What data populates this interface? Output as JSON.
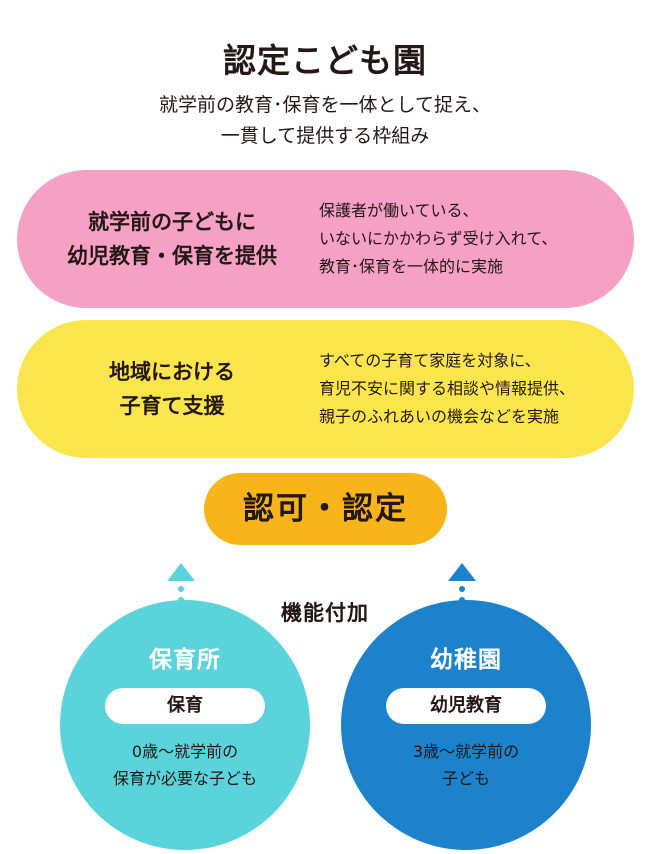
{
  "title": "認定こども園",
  "subtitle": {
    "line1": "就学前の教育･保育を一体として捉え、",
    "line2": "一貫して提供する枠組み"
  },
  "functions": [
    {
      "heading_lines": [
        "就学前の子どもに",
        "幼児教育・保育を提供"
      ],
      "description_lines": [
        "保護者が働いている、",
        "いないにかかわらず受け入れて、",
        "教育･保育を一体的に実施"
      ],
      "color": "#f6a0c4"
    },
    {
      "heading_lines": [
        "地域における",
        "子育て支援"
      ],
      "description_lines": [
        "すべての子育て家庭を対象に、",
        "育児不安に関する相談や情報提供、",
        "親子のふれあいの機会などを実施"
      ],
      "color": "#fbe54c"
    }
  ],
  "approval": {
    "label": "認可・認定",
    "color": "#f7b51a"
  },
  "function_added_label": "機能付加",
  "facilities": [
    {
      "name": "保育所",
      "service": "保育",
      "target_lines": [
        "0歳～就学前の",
        "保育が必要な子ども"
      ],
      "color": "#5bd3da",
      "arrow_icon": "up-arrow-icon"
    },
    {
      "name": "幼稚園",
      "service": "幼児教育",
      "target_lines": [
        "3歳～就学前の",
        "子ども"
      ],
      "color": "#1d82cc",
      "arrow_icon": "up-arrow-icon"
    }
  ]
}
